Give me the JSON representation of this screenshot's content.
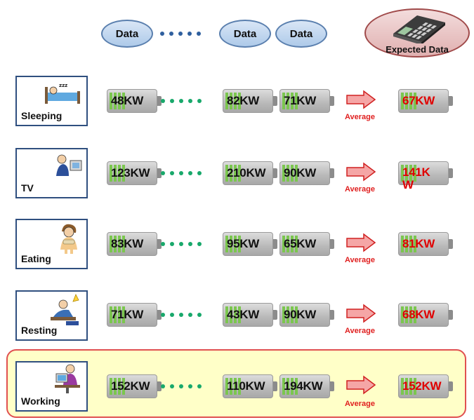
{
  "header": {
    "data_label_1": "Data",
    "data_label_2": "Data",
    "data_label_3": "Data",
    "expected_label": "Expected Data"
  },
  "average_label": "Average",
  "rows": [
    {
      "activity": "Sleeping",
      "v1": "48KW",
      "v2": "82KW",
      "v3": "71KW",
      "expected": "67KW"
    },
    {
      "activity": "TV",
      "v1": "123KW",
      "v2": "210KW",
      "v3": "90KW",
      "expected": "141KW"
    },
    {
      "activity": "Eating",
      "v1": "83KW",
      "v2": "95KW",
      "v3": "65KW",
      "expected": "81KW"
    },
    {
      "activity": "Resting",
      "v1": "71KW",
      "v2": "43KW",
      "v3": "90KW",
      "expected": "68KW"
    },
    {
      "activity": "Working",
      "v1": "152KW",
      "v2": "110KW",
      "v3": "194KW",
      "expected": "152KW"
    }
  ],
  "colors": {
    "header_fill": "#aecae9",
    "expected_fill": "#e0b0b0",
    "highlight_fill": "#ffffc8",
    "highlight_border": "#e05050",
    "expected_text": "#e00000",
    "ellipsis_dots": "#18a86b"
  },
  "icons": [
    "sleeping-icon",
    "tv-icon",
    "eating-icon",
    "resting-icon",
    "working-icon",
    "calculator-icon",
    "right-arrow-icon"
  ]
}
